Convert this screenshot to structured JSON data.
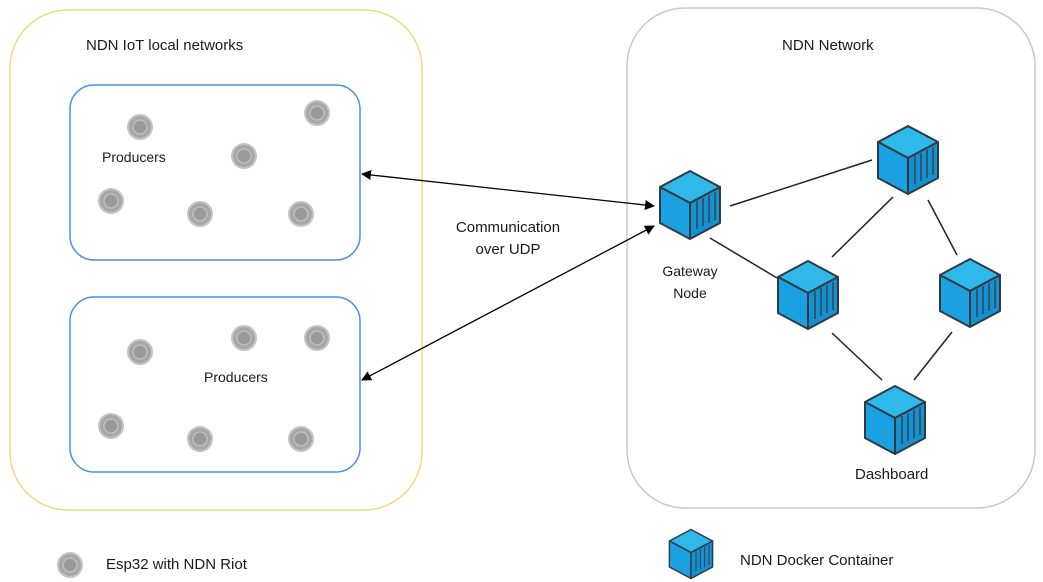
{
  "local_region": {
    "title": "NDN IoT local networks"
  },
  "cluster_top": {
    "label": "Producers"
  },
  "cluster_bottom": {
    "label": "Producers"
  },
  "link": {
    "line1": "Communication",
    "line2": "over UDP"
  },
  "ndn_network": {
    "title": "NDN Network",
    "gateway_line1": "Gateway",
    "gateway_line2": "Node",
    "dashboard": "Dashboard"
  },
  "legend": {
    "esp32": "Esp32 with NDN Riot",
    "docker": "NDN Docker Container"
  },
  "colors": {
    "local_border": "#f5d77a",
    "cluster_border": "#4a90e2",
    "network_border": "#c8c8c8",
    "esp32_fill": "#a6a6a6",
    "docker_fill": "#1ba1e2"
  }
}
